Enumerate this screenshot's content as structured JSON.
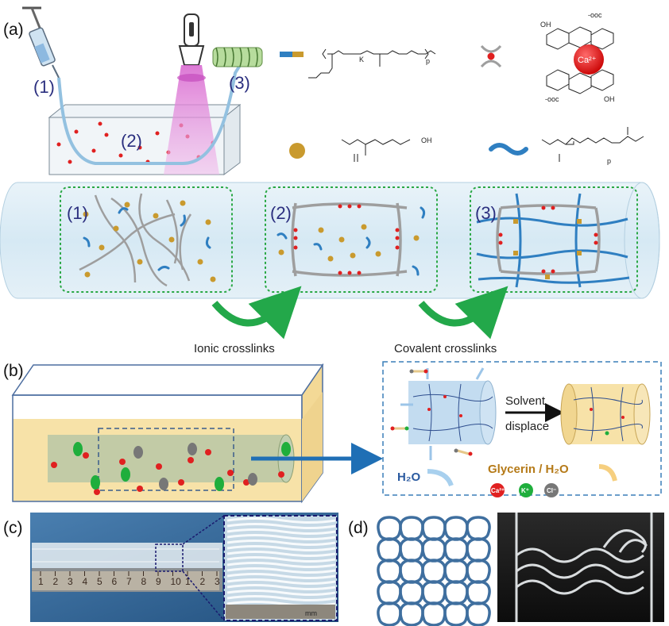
{
  "panels": {
    "a": "(a)",
    "b": "(b)",
    "c": "(c)",
    "d": "(d)"
  },
  "steps": {
    "syringe": "(1)",
    "bath": "(2)",
    "coil": "(3)",
    "box1": "(1)",
    "box2": "(2)",
    "box3": "(3)"
  },
  "legend": {
    "k_subscript": "K",
    "p_subscript": "p",
    "ca_label": "Ca²⁺",
    "oh": "OH",
    "ooc": "-ooc",
    "p_subscript_2": "p"
  },
  "arrows": {
    "ionic": "Ionic crosslinks",
    "covalent": "Covalent crosslinks"
  },
  "panel_b": {
    "solvent": "Solvent",
    "displace": "displace",
    "water": "H₂O",
    "glycerin": "Glycerin / H₂O",
    "ion_ca": "Ca²⁺",
    "ion_k": "K⁺",
    "ion_cl": "Cl⁻"
  },
  "panel_c": {
    "ruler_numbers": [
      "1",
      "2",
      "3",
      "4",
      "5",
      "6",
      "7",
      "8",
      "9",
      "10",
      "1",
      "2",
      "3"
    ],
    "unit": "mm"
  },
  "colors": {
    "tube": "#dcecf5",
    "tube_edge": "#a9c8da",
    "dashed_green": "#2aa845",
    "gray_chain": "#9e9e9e",
    "blue_chain": "#2f7fc1",
    "gold": "#c99a2e",
    "red_dot": "#e02020",
    "arrow_green": "#23a84a",
    "arrow_blue": "#1f6fb5",
    "bath_yellow": "#f7e2a8",
    "knit_blue": "#3f6f9f"
  }
}
